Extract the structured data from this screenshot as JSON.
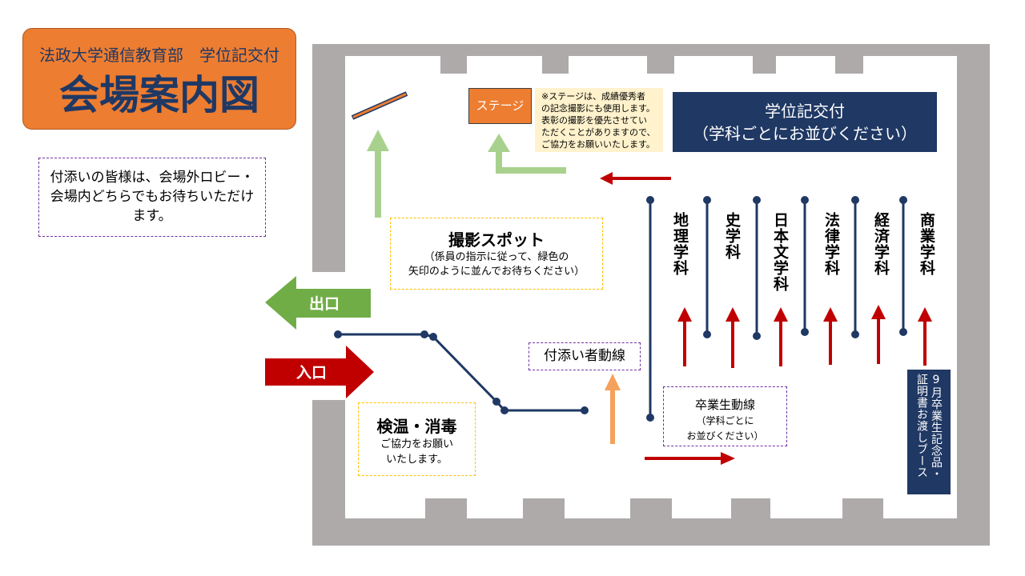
{
  "title": {
    "line1": "法政大学通信教育部　学位記交付",
    "line2": "会場案内図"
  },
  "companion_note": {
    "lines": [
      "付添いの皆様は、会場外ロビー・",
      "会場内どちらでもお待ちいただけ",
      "ます。"
    ]
  },
  "stage": {
    "label": "ステージ",
    "note_lines": [
      "※ステージは、成績優秀者",
      "の記念撮影にも使用します。",
      "表彰の撮影を優先させてい",
      "ただくことがありますので、",
      "ご協力をお願いいたします。"
    ]
  },
  "conferment": {
    "title": "学位記交付",
    "subtitle": "（学科ごとにお並びください）"
  },
  "photo_spot": {
    "title": "撮影スポット",
    "lines": [
      "（係員の指示に従って、緑色の",
      "矢印のように並んでお待ちください）"
    ]
  },
  "exit_label": "出口",
  "entrance_label": "入口",
  "health_check": {
    "title": "検温・消毒",
    "lines": [
      "ご協力をお願い",
      "いたします。"
    ]
  },
  "companion_route": {
    "label": "付添い者動線"
  },
  "graduate_route": {
    "title": "卒業生動線",
    "lines": [
      "（学科ごとに",
      "お並びください）"
    ]
  },
  "departments": [
    "地理学科",
    "史学科",
    "日本文学科",
    "法律学科",
    "経済学科",
    "商業学科"
  ],
  "booth": {
    "lines": [
      "9月卒業生記念品・",
      "証明書お渡しブース"
    ]
  },
  "colors": {
    "orange": "#ED7D31",
    "orange_border": "#AE5A21",
    "navy": "#1F3864",
    "red": "#C00000",
    "green": "#70AD47",
    "light_green": "#A9D18E",
    "light_orange": "#F4A15D",
    "wall_gray": "#AEAAAA",
    "gold": "#FFC000",
    "purple": "#7030A0",
    "note_yellow": "#FFF2CC"
  }
}
